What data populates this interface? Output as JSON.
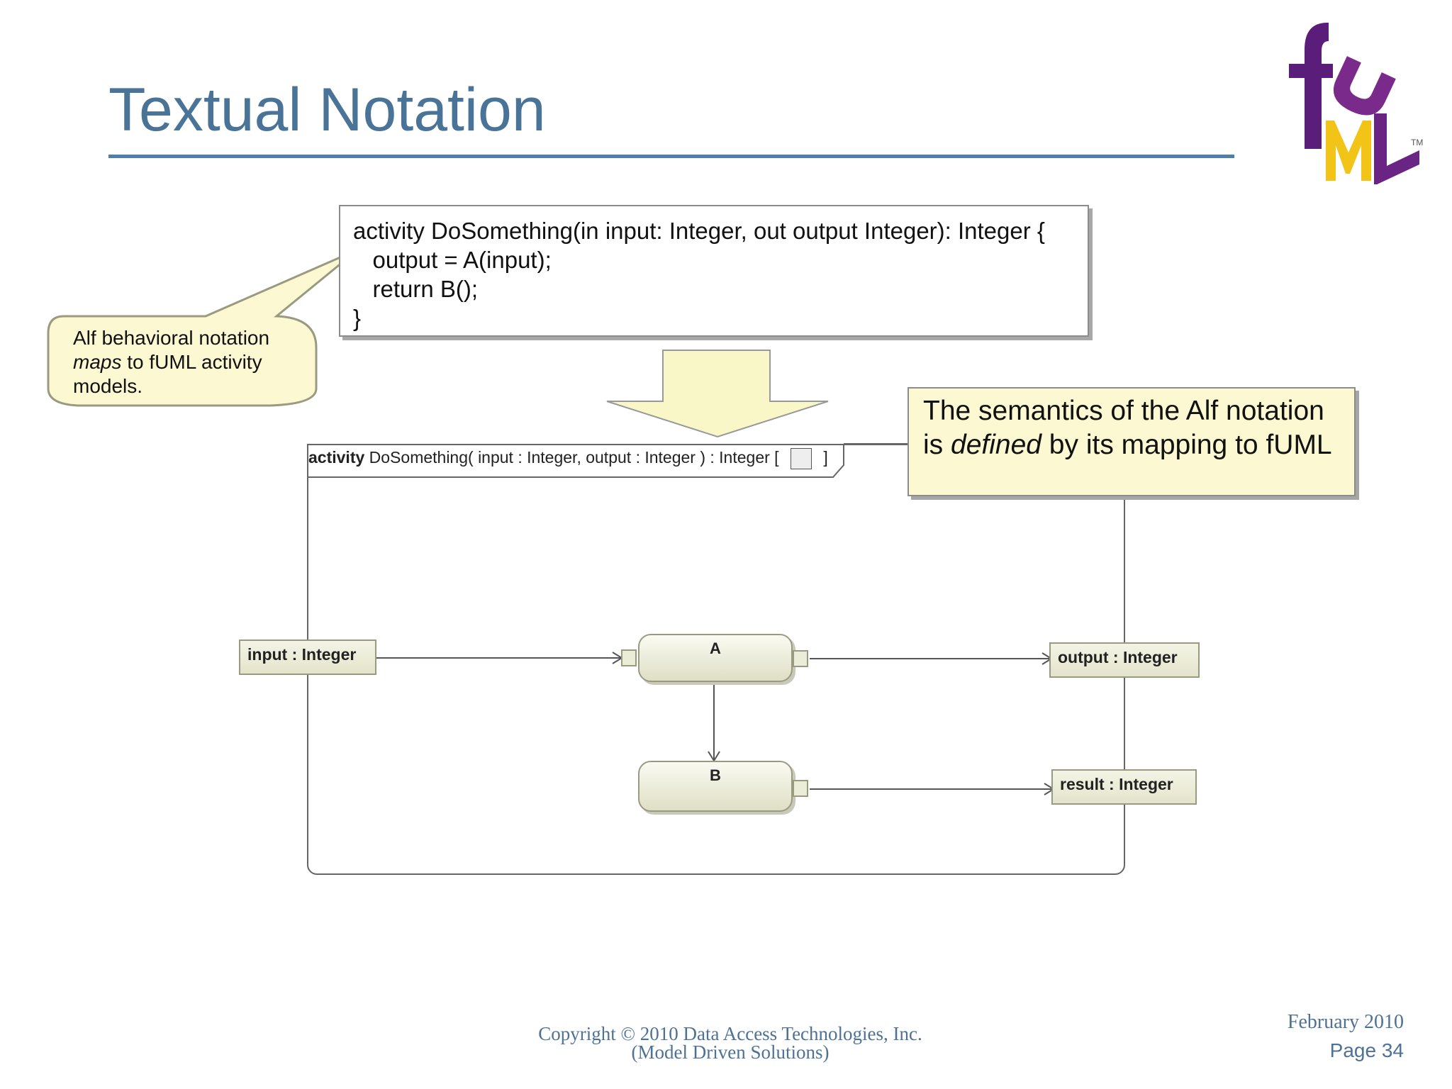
{
  "slide": {
    "title": "Textual Notation",
    "logo": {
      "text": "fUML",
      "trademark": "TM",
      "colors": [
        "#5a1e7a",
        "#f2c418",
        "#7a2a8a"
      ]
    },
    "accent_color": "#4a7398"
  },
  "code_box": {
    "lines": [
      "activity DoSomething(in input: Integer, out output Integer): Integer {",
      "   output = A(input);",
      "   return B();",
      "}"
    ]
  },
  "callout": {
    "line1": "Alf behavioral notation",
    "line2_emph": "maps",
    "line2_rest": " to fUML activity",
    "line3": "models."
  },
  "semantics_box": {
    "part1": "The semantics of the Alf notation is ",
    "emph": "defined",
    "part2": " by its mapping to fUML",
    "fill_color": "#fbf8d2"
  },
  "activity_diagram": {
    "header_keyword": "activity",
    "header_signature": "DoSomething( input : Integer, output : Integer ) : Integer [",
    "header_close": "]",
    "parameters": {
      "input": "input : Integer",
      "output": "output : Integer",
      "result": "result : Integer"
    },
    "actions": {
      "a": "A",
      "b": "B"
    }
  },
  "footer": {
    "copyright_line1": "Copyright © 2010 Data Access Technologies, Inc.",
    "copyright_line2": "(Model Driven Solutions)",
    "date": "February 2010",
    "page": "Page 34"
  }
}
